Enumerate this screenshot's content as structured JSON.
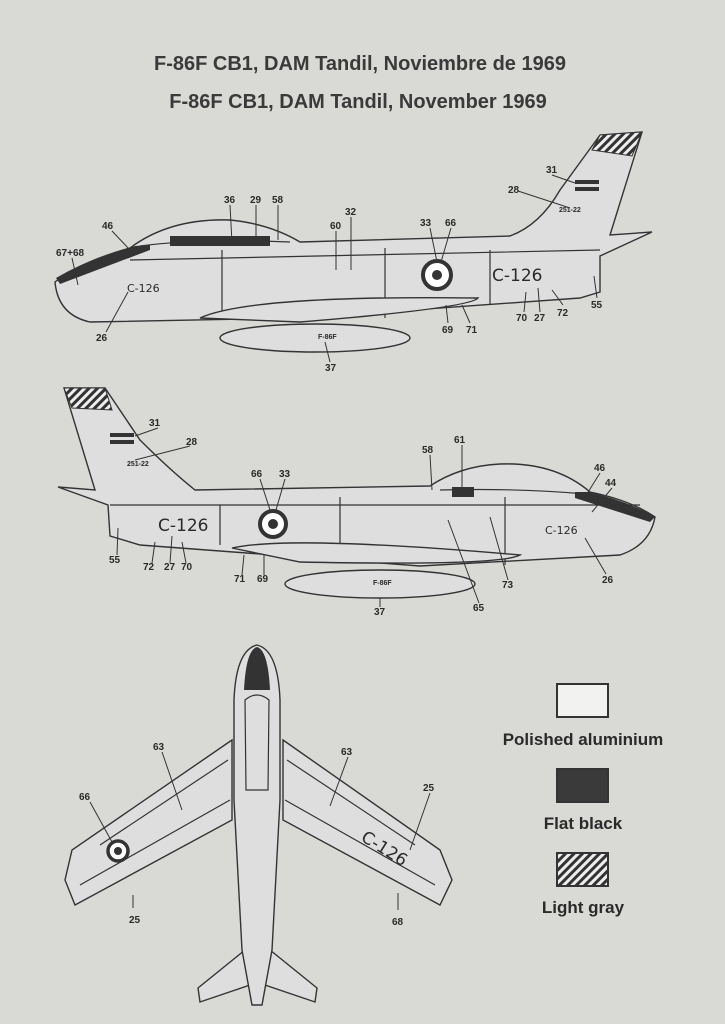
{
  "titles": {
    "spanish": "F-86F CB1, DAM Tandil, Noviembre de 1969",
    "english": "F-86F CB1, DAM Tandil, November 1969"
  },
  "aircraft": {
    "registration": "C-126",
    "serial": "251-22",
    "tank_marking": "F-86F"
  },
  "left_profile_callouts": [
    "36",
    "29",
    "58",
    "46",
    "67+68",
    "32",
    "60",
    "33",
    "66",
    "31",
    "28",
    "26",
    "37",
    "69",
    "71",
    "70",
    "27",
    "72",
    "55"
  ],
  "right_profile_callouts": [
    "31",
    "28",
    "66",
    "33",
    "58",
    "61",
    "46",
    "44",
    "55",
    "72",
    "27",
    "70",
    "71",
    "69",
    "26",
    "65",
    "73",
    "37"
  ],
  "underside_callouts": [
    "63",
    "63",
    "66",
    "25",
    "25",
    "68"
  ],
  "legend": [
    {
      "label": "Polished aluminium",
      "color": "#f2f2f0",
      "pattern": "solid"
    },
    {
      "label": "Flat black",
      "color": "#3a3a3a",
      "pattern": "solid"
    },
    {
      "label": "Light gray",
      "color": "#3a3a3a",
      "pattern": "hatched"
    }
  ]
}
